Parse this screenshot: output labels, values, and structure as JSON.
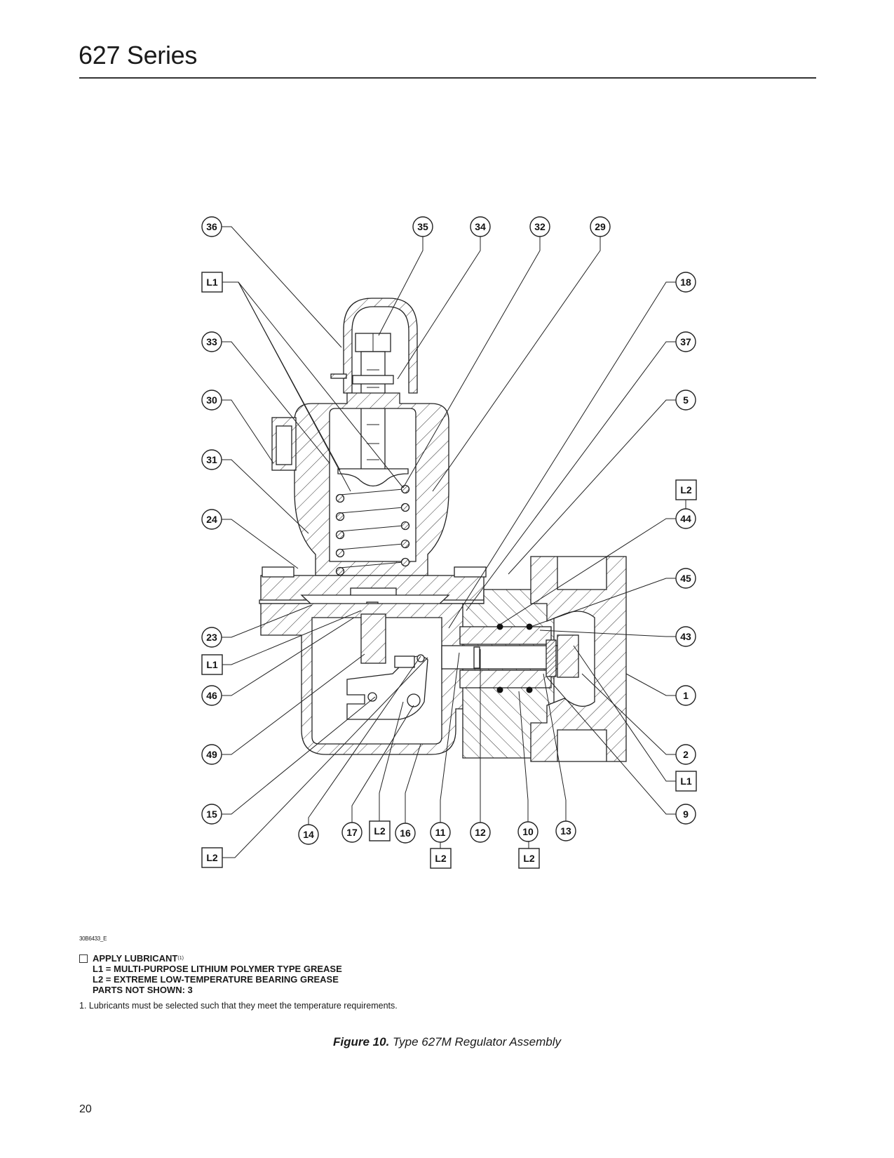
{
  "header": {
    "title": "627 Series"
  },
  "figure": {
    "drawing_code": "30B6433_E",
    "callouts": {
      "c36": "36",
      "c35": "35",
      "c34": "34",
      "c32": "32",
      "c29": "29",
      "c18": "18",
      "c37": "37",
      "c5": "5",
      "c44": "44",
      "c45": "45",
      "c43": "43",
      "c1": "1",
      "c2": "2",
      "c9": "9",
      "c33": "33",
      "c30": "30",
      "c31": "31",
      "c24": "24",
      "c23": "23",
      "c46": "46",
      "c49": "49",
      "c15": "15",
      "c14": "14",
      "c17": "17",
      "c16": "16",
      "c11": "11",
      "c12": "12",
      "c10": "10",
      "c13": "13"
    },
    "lubricant_tags": {
      "l1_top_left": "L1",
      "l1_mid_left": "L1",
      "l2_bottom_left": "L2",
      "l2_right": "L2",
      "l1_right": "L1",
      "l2_bottom_17": "L2",
      "l2_under_11": "L2",
      "l2_under_10": "L2"
    },
    "legend": {
      "heading": "APPLY LUBRICANT",
      "heading_note_ref": "(1)",
      "lines": [
        "L1 = MULTI-PURPOSE LITHIUM POLYMER TYPE GREASE",
        "L2 = EXTREME LOW-TEMPERATURE BEARING GREASE",
        "PARTS NOT SHOWN: 3"
      ]
    },
    "footnote": "1. Lubricants must be selected such that they meet the temperature requirements.",
    "caption_label": "Figure 10.",
    "caption_text": " Type 627M Regulator Assembly"
  },
  "footer": {
    "page_number": "20"
  }
}
